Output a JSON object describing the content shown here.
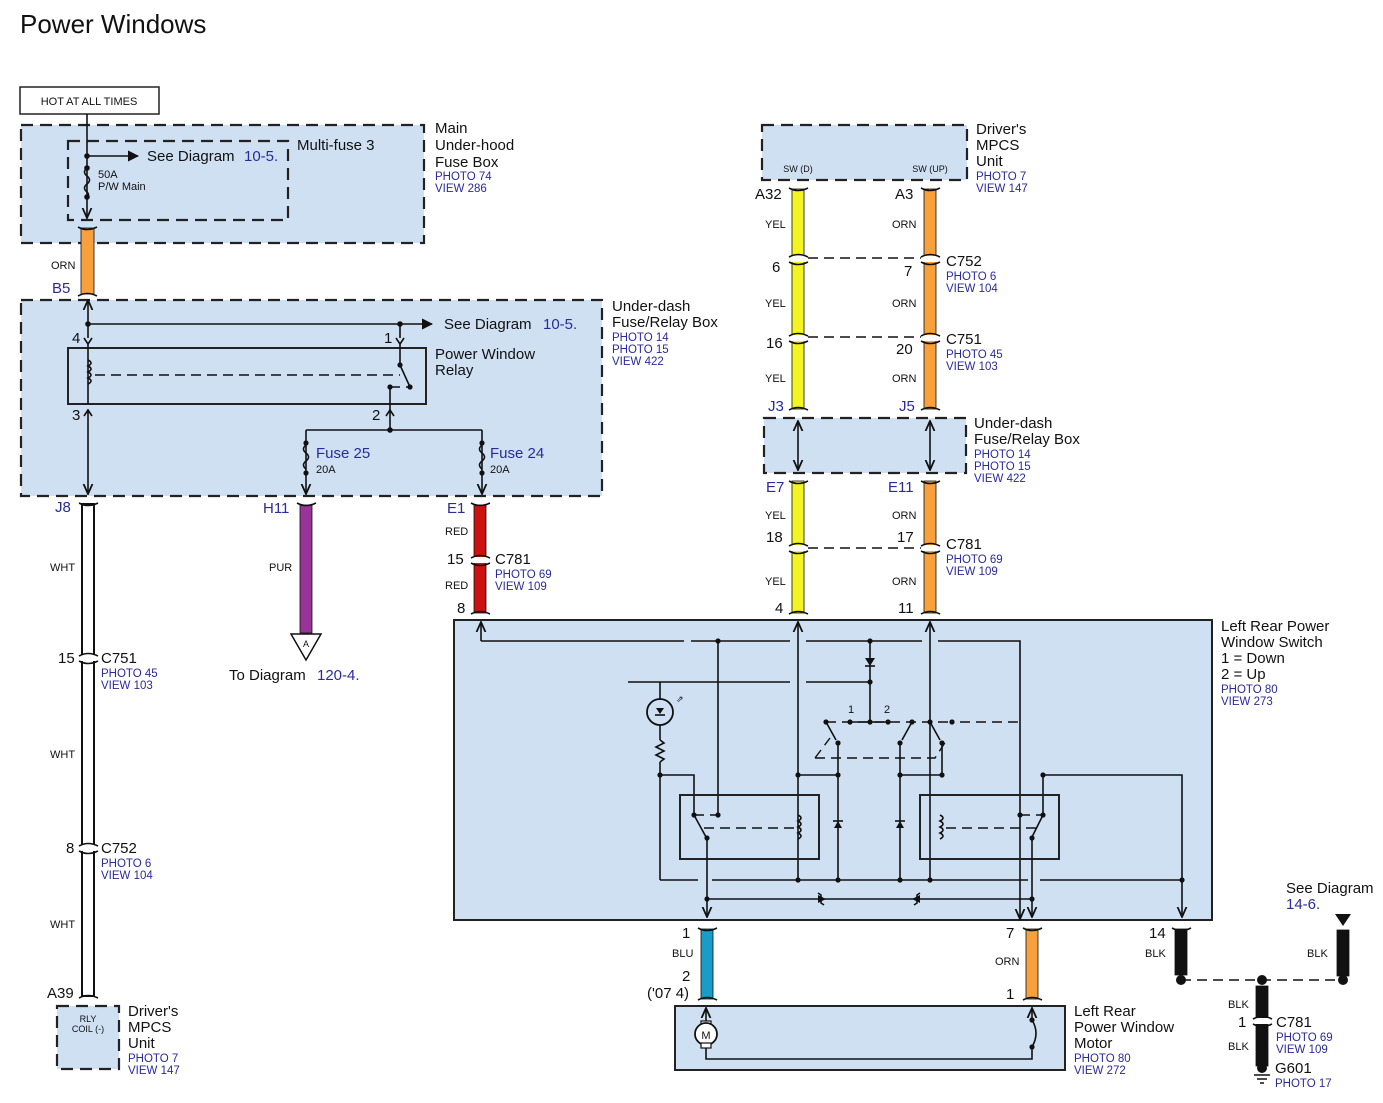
{
  "title": "Power Windows",
  "hot_label": "HOT AT ALL TIMES",
  "colors": {
    "ORN": "#f7a03c",
    "YEL": "#f4f422",
    "RED": "#cc1111",
    "PUR": "#993399",
    "WHT": "#ffffff",
    "BLU": "#1a9cc9",
    "BLK": "#111111",
    "box_fill": "#cfe0f3",
    "ref_blue": "#2a2a9a"
  },
  "main_fuse_box": {
    "name_lines": [
      "Main",
      "Under-hood",
      "Fuse Box"
    ],
    "refs": [
      "PHOTO 74",
      "VIEW 286"
    ],
    "multifuse_label": "Multi-fuse 3",
    "see_text": "See Diagram",
    "see_ref": "10-5.",
    "fuse_rating": "50A",
    "fuse_name": "P/W Main"
  },
  "underdash_box": {
    "name_lines": [
      "Under-dash",
      "Fuse/Relay Box"
    ],
    "refs": [
      "PHOTO 14",
      "PHOTO 15",
      "VIEW 422"
    ],
    "see_text": "See Diagram",
    "see_ref": "10-5.",
    "relay_name_lines": [
      "Power Window",
      "Relay"
    ],
    "relay_pins": [
      "4",
      "1",
      "3",
      "2"
    ],
    "fuses": [
      {
        "name": "Fuse 25",
        "rating": "20A"
      },
      {
        "name": "Fuse 24",
        "rating": "20A"
      }
    ]
  },
  "wires": {
    "orn_main": {
      "color": "ORN",
      "top_pin": "",
      "bottom_pin": "B5"
    },
    "wht": {
      "color": "WHT",
      "top_pin": "J8",
      "bottom_pin": "A39",
      "segments": [
        "WHT",
        "WHT",
        "WHT"
      ]
    },
    "pur": {
      "color": "PUR",
      "top_pin": "H11"
    },
    "red": {
      "color": "RED",
      "top_pin": "E1",
      "bottom_pin": "8",
      "segments": [
        "RED",
        "RED"
      ]
    },
    "yel": {
      "color": "YEL",
      "top_pin": "A32",
      "segments": [
        "YEL",
        "YEL",
        "YEL",
        "YEL",
        "YEL"
      ],
      "pins": [
        "6",
        "16",
        "J3",
        "E7",
        "18",
        "4"
      ]
    },
    "orn_up": {
      "color": "ORN",
      "top_pin": "A3",
      "segments": [
        "ORN",
        "ORN",
        "ORN",
        "ORN",
        "ORN"
      ],
      "pins": [
        "7",
        "20",
        "J5",
        "E11",
        "17",
        "11"
      ]
    },
    "blu": {
      "color": "BLU",
      "top_pin": "1",
      "bottom_pin": "2",
      "bottom_note": "('07 4)"
    },
    "orn_motor": {
      "color": "ORN",
      "top_pin": "7",
      "bottom_pin": "1"
    },
    "blk_sw": {
      "color": "BLK",
      "top_pin": "14"
    },
    "blk_right": {
      "color": "BLK"
    },
    "blk_ground": {
      "color": "BLK",
      "segments": [
        "BLK",
        "BLK"
      ],
      "pin": "1"
    }
  },
  "connectors": {
    "wht_c751": {
      "pin": "15",
      "name": "C751",
      "refs": [
        "PHOTO 45",
        "VIEW 103"
      ]
    },
    "wht_c752": {
      "pin": "8",
      "name": "C752",
      "refs": [
        "PHOTO 6",
        "VIEW 104"
      ]
    },
    "red_c781": {
      "pin": "15",
      "name": "C781",
      "refs": [
        "PHOTO 69",
        "VIEW 109"
      ]
    },
    "right_c752": {
      "name": "C752",
      "refs": [
        "PHOTO 6",
        "VIEW 104"
      ]
    },
    "right_c751": {
      "name": "C751",
      "refs": [
        "PHOTO 45",
        "VIEW 103"
      ]
    },
    "right_c781": {
      "name": "C781",
      "refs": [
        "PHOTO 69",
        "VIEW 109"
      ]
    },
    "ground_c781": {
      "name": "C781",
      "refs": [
        "PHOTO 69",
        "VIEW 109"
      ]
    }
  },
  "to_diagram": {
    "marker": "A",
    "text": "To Diagram",
    "ref": "120-4."
  },
  "mpcs_top": {
    "name_lines": [
      "Driver's",
      "MPCS",
      "Unit"
    ],
    "refs": [
      "PHOTO 7",
      "VIEW 147"
    ],
    "pin_labels": [
      "SW (D)",
      "SW (UP)"
    ]
  },
  "mpcs_bottom": {
    "name_lines": [
      "Driver's",
      "MPCS",
      "Unit"
    ],
    "refs": [
      "PHOTO 7",
      "VIEW 147"
    ],
    "pin_label_lines": [
      "RLY",
      "COIL (-)"
    ]
  },
  "underdash_right": {
    "name_lines": [
      "Under-dash",
      "Fuse/Relay Box"
    ],
    "refs": [
      "PHOTO 14",
      "PHOTO 15",
      "VIEW 422"
    ]
  },
  "switch": {
    "name_lines": [
      "Left Rear Power",
      "Window Switch",
      "1 = Down",
      "2 = Up"
    ],
    "refs": [
      "PHOTO 80",
      "VIEW 273"
    ],
    "pos_labels": [
      "1",
      "2"
    ]
  },
  "motor": {
    "name_lines": [
      "Left Rear",
      "Power Window",
      "Motor"
    ],
    "refs": [
      "PHOTO 80",
      "VIEW 272"
    ],
    "symbol": "M"
  },
  "see_14_6": {
    "text": "See Diagram",
    "ref": "14-6."
  },
  "ground": {
    "name": "G601",
    "refs": [
      "PHOTO 17"
    ]
  }
}
